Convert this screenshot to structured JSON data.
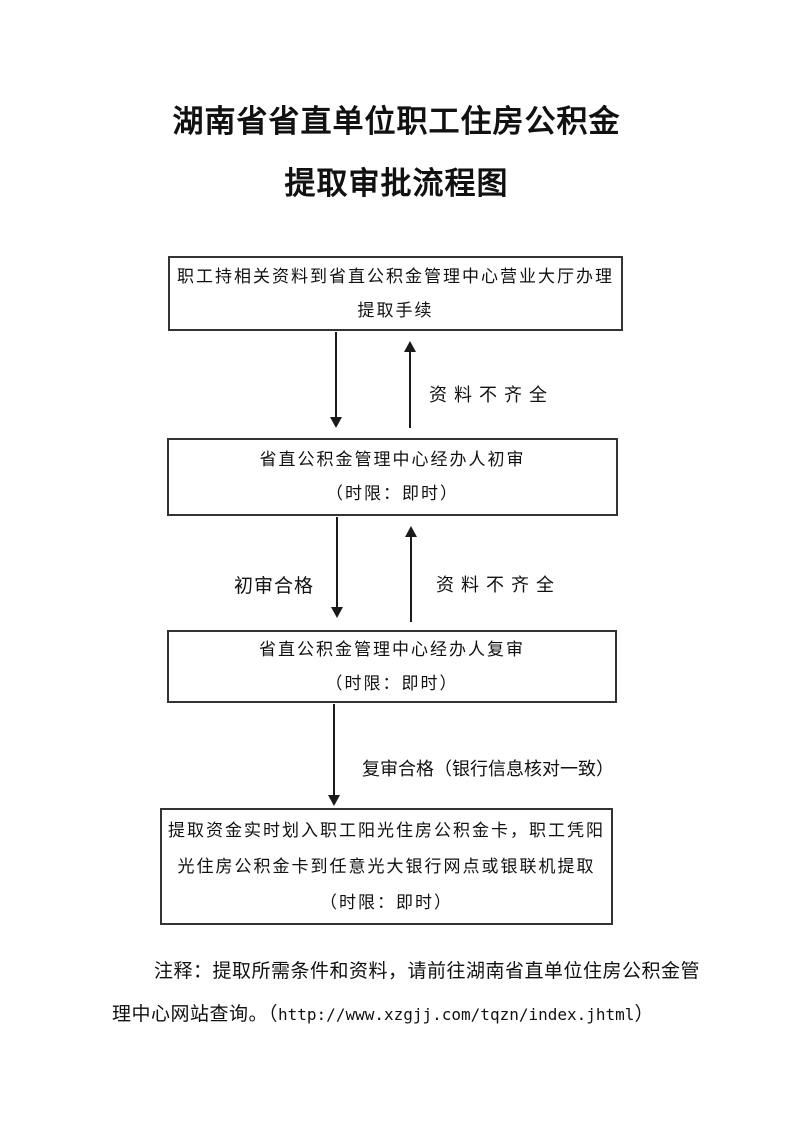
{
  "title": {
    "line1": "湖南省省直单位职工住房公积金",
    "line2": "提取审批流程图"
  },
  "flowchart": {
    "boxes": [
      {
        "lines": [
          "职工持相关资料到省直公积金管理中心营业大厅办理",
          "提取手续"
        ]
      },
      {
        "lines": [
          "省直公积金管理中心经办人初审",
          "（时限：即时）"
        ]
      },
      {
        "lines": [
          "省直公积金管理中心经办人复审",
          "（时限：即时）"
        ]
      },
      {
        "lines": [
          "提取资金实时划入职工阳光住房公积金卡，职工凭阳",
          "光住房公积金卡到任意光大银行网点或银联机提取",
          "（时限：即时）"
        ]
      }
    ],
    "edge_labels": {
      "incomplete_1": "资料不齐全",
      "pass_first": "初审合格",
      "incomplete_2": "资料不齐全",
      "pass_second": "复审合格（银行信息核对一致）"
    }
  },
  "footnote": {
    "line1": "注释：提取所需条件和资料，请前往湖南省直单位住房公积金管",
    "line2_prefix": "理中心网站查询。（",
    "line2_url": "http://www.xzgjj.com/tqzn/index.jhtml",
    "line2_suffix": "）"
  },
  "colors": {
    "ink": "#111111",
    "box_border": "#333333",
    "paper": "#ffffff"
  }
}
